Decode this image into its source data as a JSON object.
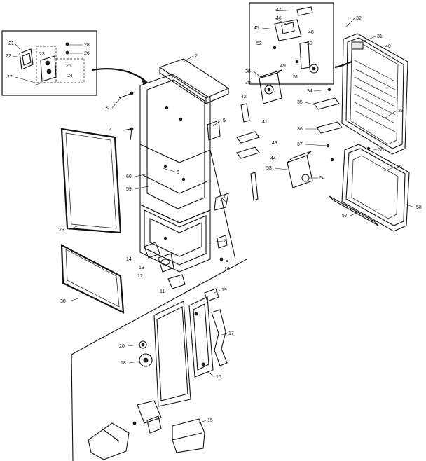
{
  "diagram": {
    "callouts": [
      "21",
      "22",
      "27",
      "23",
      "28",
      "26",
      "25",
      "24",
      "2",
      "3",
      "4",
      "5",
      "6",
      "60",
      "59",
      "7",
      "8",
      "9",
      "10",
      "11",
      "12",
      "13",
      "14",
      "29",
      "30",
      "47",
      "46",
      "45",
      "48",
      "52",
      "50",
      "49",
      "51",
      "32",
      "31",
      "40",
      "38",
      "39",
      "42",
      "41",
      "34",
      "35",
      "36",
      "37",
      "33",
      "55",
      "43",
      "44",
      "53",
      "54",
      "56",
      "57",
      "58",
      "19",
      "20",
      "18",
      "17",
      "16",
      "15"
    ]
  }
}
